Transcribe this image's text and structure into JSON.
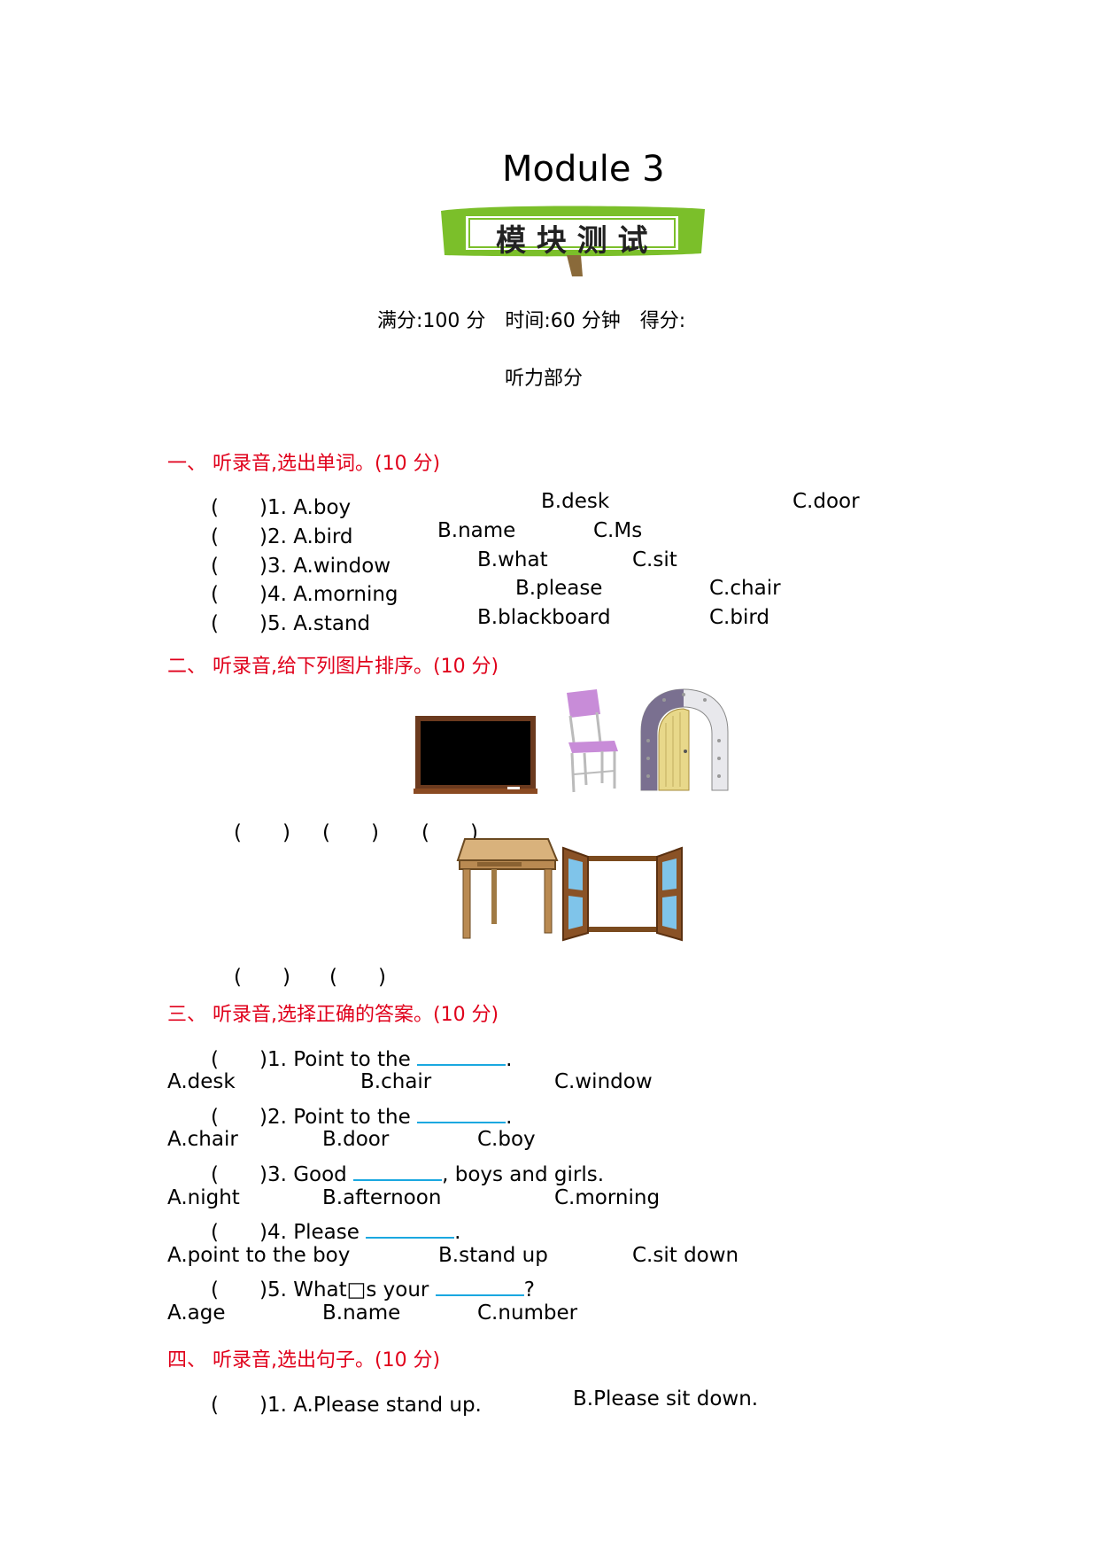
{
  "header": {
    "title": "Module 3",
    "banner": "模 块 测 试",
    "meta": "满分:100 分　时间:60 分钟　得分:",
    "part": "听力部分"
  },
  "section1": {
    "heading": "一、 听录音,选出单词。(10 分)",
    "items": [
      {
        "num": "(　　)1. A.boy",
        "b": "B.desk",
        "c": "C.door"
      },
      {
        "num": "(　　)2. A.bird",
        "b": "B.name",
        "c": "C.Ms"
      },
      {
        "num": "(　　)3. A.window",
        "b": "B.what",
        "c": "C.sit"
      },
      {
        "num": "(　　)4. A.morning",
        "b": "B.please",
        "c": "C.chair"
      },
      {
        "num": "(　　)5. A.stand",
        "b": "B.blackboard",
        "c": "C.bird"
      }
    ]
  },
  "section2": {
    "heading": "二、 听录音,给下列图片排序。(10 分)",
    "parens_row1": [
      "(　　)",
      "(　　)",
      "(　　)"
    ],
    "parens_row2": [
      "(　　)",
      "(　　)"
    ]
  },
  "section3": {
    "heading": "三、 听录音,选择正确的答案。(10 分)",
    "items": [
      {
        "q_pre": "(　　)1. Point to the ",
        "q_post": ".",
        "a": "A.desk",
        "b": "B.chair",
        "c": "C.window"
      },
      {
        "q_pre": "(　　)2. Point to the ",
        "q_post": ".",
        "a": "A.chair",
        "b": "B.door",
        "c": "C.boy"
      },
      {
        "q_pre": "(　　)3. Good ",
        "q_post": ", boys and girls.",
        "a": "A.night",
        "b": "B.afternoon",
        "c": "C.morning"
      },
      {
        "q_pre": "(　　)4. Please ",
        "q_post": ".",
        "a": "A.point to the boy",
        "b": "B.stand up",
        "c": "C.sit down"
      },
      {
        "q_pre": "(　　)5. What□s your ",
        "q_post": "?",
        "a": "A.age",
        "b": "B.name",
        "c": "C.number"
      }
    ]
  },
  "section4": {
    "heading": "四、 听录音,选出句子。(10 分)",
    "items": [
      {
        "a": "(　　)1. A.Please stand up.",
        "b": "B.Please sit down."
      }
    ]
  },
  "colors": {
    "heading_red": "#e0001b",
    "banner_green": "#7bbf2a",
    "blank_blue": "#1aa8e0"
  }
}
